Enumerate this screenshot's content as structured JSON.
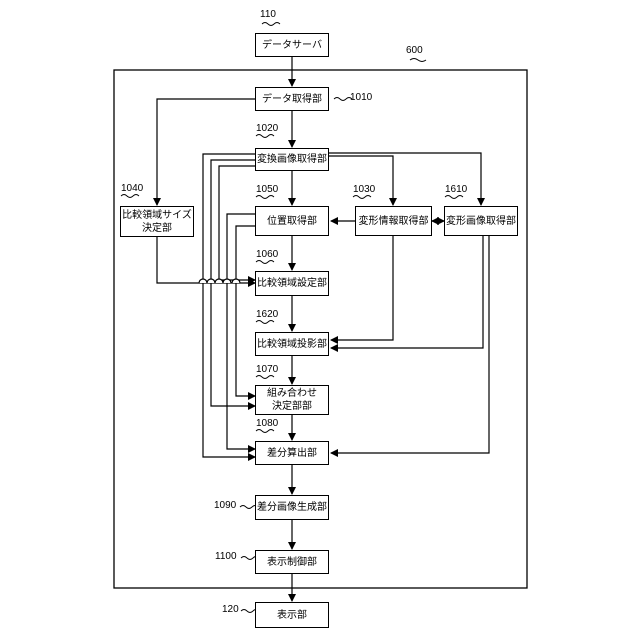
{
  "system": {
    "ref": "600"
  },
  "blocks": {
    "data_server": {
      "ref": "110",
      "label": "データサーバ"
    },
    "data_acquisition": {
      "ref": "1010",
      "label": "データ取得部"
    },
    "converted_image": {
      "ref": "1020",
      "label": "変換画像取得部"
    },
    "comparison_size": {
      "ref": "1040",
      "label": "比較領域サイズ\n決定部"
    },
    "position_acquisition": {
      "ref": "1050",
      "label": "位置取得部"
    },
    "deformation_info": {
      "ref": "1030",
      "label": "変形情報取得部"
    },
    "deformed_image": {
      "ref": "1610",
      "label": "変形画像取得部"
    },
    "comparison_setting": {
      "ref": "1060",
      "label": "比較領域設定部"
    },
    "comparison_projection": {
      "ref": "1620",
      "label": "比較領域投影部"
    },
    "combination": {
      "ref": "1070",
      "label": "組み合わせ\n決定部部"
    },
    "difference_calc": {
      "ref": "1080",
      "label": "差分算出部"
    },
    "difference_image": {
      "ref": "1090",
      "label": "差分画像生成部"
    },
    "display_control": {
      "ref": "1100",
      "label": "表示制御部"
    },
    "display": {
      "ref": "120",
      "label": "表示部"
    }
  }
}
